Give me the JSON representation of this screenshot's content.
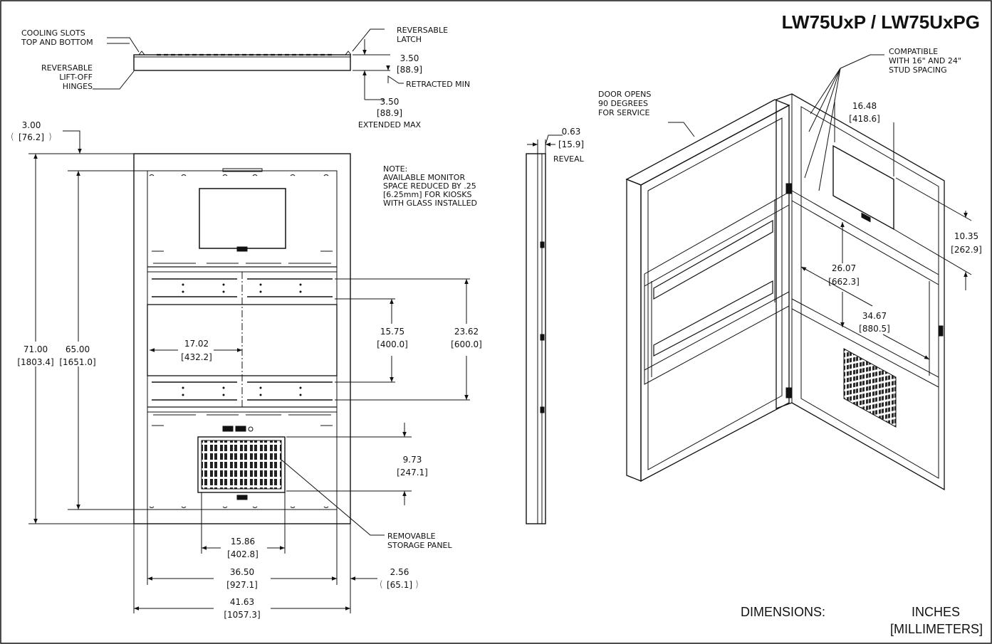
{
  "title": "LW75UxP / LW75UxPG",
  "top_view": {
    "cooling": [
      "COOLING SLOTS",
      "TOP AND BOTTOM"
    ],
    "hinges": [
      "REVERSABLE",
      "LIFT-OFF",
      "HINGES"
    ],
    "latch": [
      "REVERSABLE",
      "LATCH"
    ],
    "retracted": {
      "in": "3.50",
      "mm": "[88.9]",
      "note": "RETRACTED MIN"
    },
    "extended": {
      "in": "3.50",
      "mm": "[88.9]",
      "note": "EXTENDED MAX"
    }
  },
  "front_view": {
    "offset_top": {
      "in": "3.00",
      "mm": "[76.2]"
    },
    "height_outer": {
      "in": "71.00",
      "mm": "[1803.4]"
    },
    "height_inner": {
      "in": "65.00",
      "mm": "[1651.0]"
    },
    "note": [
      "NOTE:",
      "AVAILABLE MONITOR",
      "SPACE REDUCED BY .25",
      "[6.25mm] FOR KIOSKS",
      "WITH GLASS INSTALLED"
    ],
    "mount_half_width": {
      "in": "17.02",
      "mm": "[432.2]"
    },
    "mount_height_a": {
      "in": "15.75",
      "mm": "[400.0]"
    },
    "mount_height_b": {
      "in": "23.62",
      "mm": "[600.0]"
    },
    "panel_height": {
      "in": "9.73",
      "mm": "[247.1]"
    },
    "panel_width": {
      "in": "15.86",
      "mm": "[402.8]"
    },
    "inner_width": {
      "in": "36.50",
      "mm": "[927.1]"
    },
    "outer_width": {
      "in": "41.63",
      "mm": "[1057.3]"
    },
    "side_offset": {
      "in": "2.56",
      "mm": "[65.1]"
    },
    "storage_panel": [
      "REMOVABLE",
      "STORAGE PANEL"
    ]
  },
  "side_view": {
    "reveal": {
      "in": "0.63",
      "mm": "[15.9]",
      "note": "REVEAL"
    }
  },
  "iso_view": {
    "door_opens": [
      "DOOR OPENS",
      "90 DEGREES",
      "FOR SERVICE"
    ],
    "compatible": [
      "COMPATIBLE",
      "WITH 16\" AND 24\"",
      "STUD SPACING"
    ],
    "d1": {
      "in": "16.48",
      "mm": "[418.6]"
    },
    "d2": {
      "in": "10.35",
      "mm": "[262.9]"
    },
    "d3": {
      "in": "26.07",
      "mm": "[662.3]"
    },
    "d4": {
      "in": "34.67",
      "mm": "[880.5]"
    }
  },
  "units": {
    "label": "DIMENSIONS:",
    "primary": "INCHES",
    "secondary": "[MILLIMETERS]"
  }
}
